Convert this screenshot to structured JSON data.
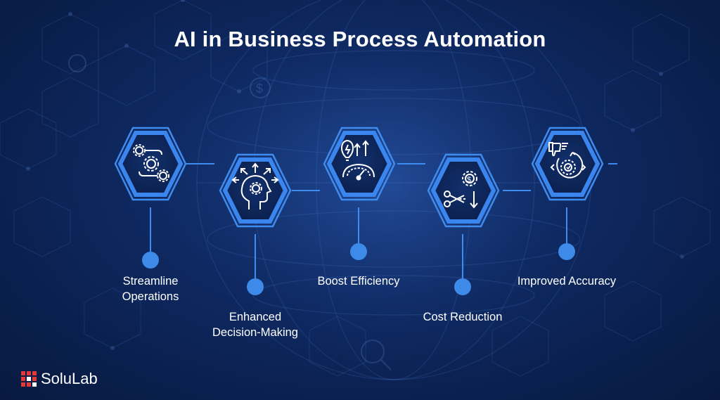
{
  "title": "AI in Business Process Automation",
  "steps": [
    {
      "label_line1": "Streamline",
      "label_line2": "Operations",
      "icon": "gears-workflow-icon"
    },
    {
      "label_line1": "Enhanced",
      "label_line2": "Decision-Making",
      "icon": "head-gear-arrows-icon"
    },
    {
      "label_line1": "Boost Efficiency",
      "label_line2": "",
      "icon": "bulb-gauge-arrows-icon"
    },
    {
      "label_line1": "Cost Reduction",
      "label_line2": "",
      "icon": "scissors-dollar-gear-icon"
    },
    {
      "label_line1": "Improved Accuracy",
      "label_line2": "",
      "icon": "thumbs-down-refresh-icon"
    }
  ],
  "brand": {
    "name": "SoluLab",
    "logo_text": "SOLULAB"
  },
  "colors": {
    "accent": "#3f8cf0",
    "dot": "#3d8ae8",
    "text": "#ffffff",
    "background": "#0f2a63",
    "brand_red": "#e23a3a"
  }
}
